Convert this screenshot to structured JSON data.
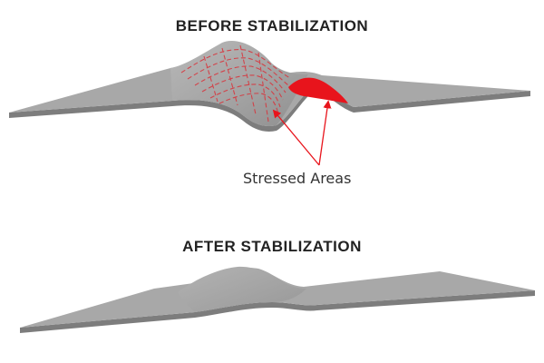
{
  "before": {
    "heading": "BEFORE STABILIZATION",
    "annotation": "Stressed Areas"
  },
  "after": {
    "heading": "AFTER STABILIZATION"
  },
  "colors": {
    "strip_top": "#a9a9a9",
    "strip_edge": "#8a8a8a",
    "stress_red": "#e8141c",
    "stress_line": "#d9323a",
    "text": "#222222"
  }
}
